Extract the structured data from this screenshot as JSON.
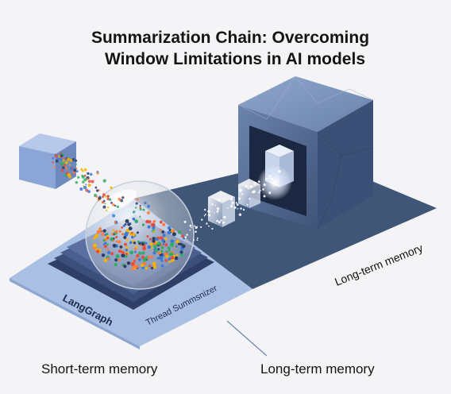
{
  "title": {
    "line1": "Summarization Chain: Overcoming",
    "line2": "Window Limitations in AI models"
  },
  "diagram": {
    "langgraph_label": "LangGraph",
    "thread_label": "Thread Summsnizer",
    "ltm_plate_label": "Long-term memory"
  },
  "captions": {
    "short_term": "Short-term memory",
    "long_term": "Long-term memory"
  },
  "colors": {
    "background": "#f4f4f6",
    "short_term_plate": "#a9bfe3",
    "long_term_plate": "#3f5677",
    "cube": "#5b729b",
    "source_block": "#8ba6d6",
    "dot_palette": [
      "#e74c3c",
      "#3a78d8",
      "#f5b400",
      "#2fae60",
      "#2d3e66",
      "#ff7a3c"
    ]
  }
}
